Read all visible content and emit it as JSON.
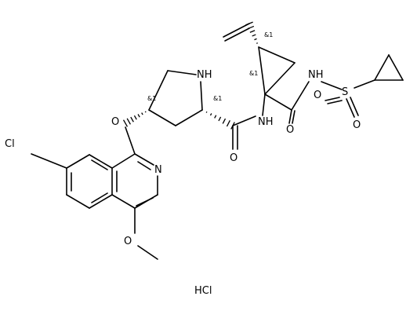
{
  "structure": {
    "atom_labels": {
      "nh_ring": "NH",
      "o_ether": "O",
      "cl": "Cl",
      "n_isoquinoline": "N",
      "o_methoxy": "O",
      "o_amide1": "O",
      "nh_amide1": "NH",
      "o_amide2": "O",
      "nh_amide2": "NH",
      "s_sulfonyl": "S",
      "o_sulfonyl_1": "O",
      "o_sulfonyl_2": "O"
    },
    "stereo_labels": {
      "c4_pyrrolidine": "&1",
      "c2_pyrrolidine": "&1",
      "c_vinyl": "&1",
      "c_quaternary": "&1"
    },
    "salt": "HCl"
  }
}
